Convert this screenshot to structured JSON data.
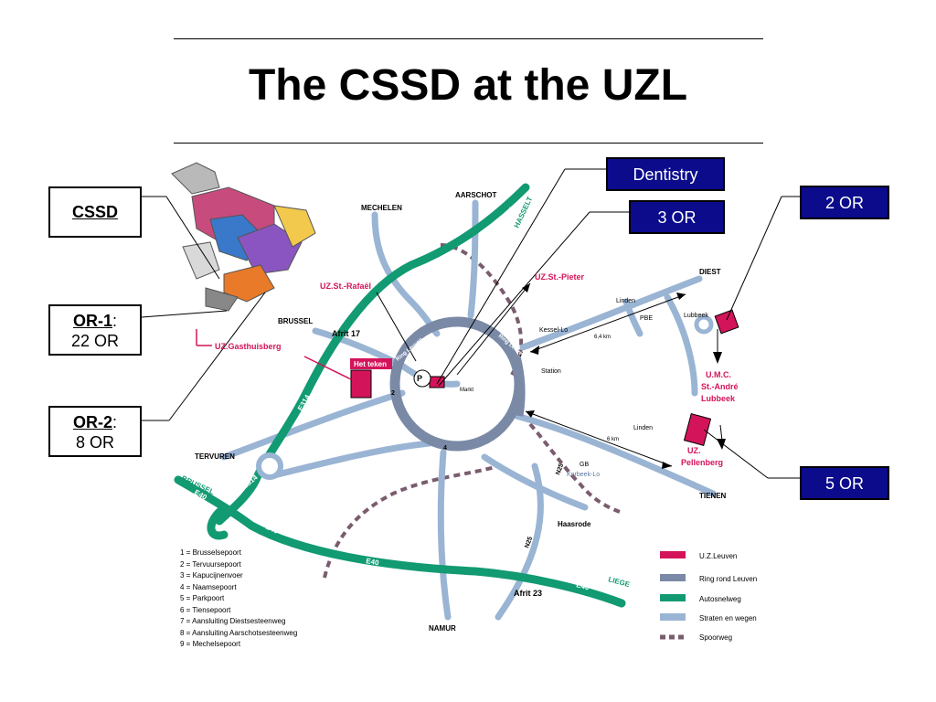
{
  "title": "The CSSD at the UZL",
  "callouts": {
    "cssd": "CSSD",
    "or1_label": "OR-1",
    "or1_colon": ":",
    "or1_count": "22 OR",
    "or2_label": "OR-2",
    "or2_colon": ":",
    "or2_count": "8 OR",
    "dentistry": "Dentistry",
    "three_or": "3 OR",
    "two_or": "2 OR",
    "five_or": "5 OR"
  },
  "colors": {
    "uz": "#d4145a",
    "ring": "#7a8aa6",
    "motorway": "#129a72",
    "streets": "#9ab4d4",
    "railway": "#7a5c6e",
    "navy": "#0b0b8c"
  },
  "map": {
    "directions": {
      "mechelen": "MECHELEN",
      "aarschot": "AARSCHOT",
      "brussel_north": "BRUSSEL",
      "tervuren_west": "TERVUREN",
      "namur": "NAMUR",
      "diest": "DIEST",
      "tienen": "TIENEN",
      "liege": "LIEGE",
      "brussel_sw": "BRUSSEL"
    },
    "roads": {
      "e314_north": "E314",
      "hasselt": "HASSELT",
      "e314_mid": "E314",
      "e314_west": "E314",
      "e314_sw": "E314",
      "e40_w": "E40",
      "e40_sw": "E40",
      "e40_s": "E40",
      "e40_e": "E40",
      "n25_a": "N25",
      "n25_b": "N25"
    },
    "places": {
      "afrit17": "Afrit 17",
      "afrit23": "Afrit 23",
      "linden_n": "Linden",
      "linden_s": "Linden",
      "kessel_lo": "Kessel-Lo",
      "pbe": "PBE",
      "km_a": "6,4 km",
      "km_b": "6 km",
      "lubbeek": "Lubbeek",
      "station": "Station",
      "markt": "Markt",
      "p": "P",
      "gb": "GB",
      "korbeek": "Korbeek-Lo",
      "haasrode": "Haasrode",
      "ring_west": "Ring Leuven",
      "ring_east": "Ring Leuven",
      "seven": "7",
      "two": "2",
      "four": "4"
    },
    "hospitals": {
      "rafael": "UZ.St.-Rafaël",
      "pieter": "UZ.St.-Pieter",
      "gasthuisberg": "UZ.Gasthuisberg",
      "het_teken": "Het teken",
      "umc1": "U.M.C.",
      "umc2": "St.-André",
      "umc3": "Lubbeek",
      "pellenberg1": "UZ.",
      "pellenberg2": "Pellenberg"
    },
    "numbered_list": [
      "1 = Brusselsepoort",
      "2 = Tervuursepoort",
      "3 = Kapucijnenvoer",
      "4 = Naamsepoort",
      "5 = Parkpoort",
      "6 = Tiensepoort",
      "7 = Aansluiting Diestsesteenweg",
      "8 = Aansluiting Aarschotsesteenweg",
      "9 = Mechelsepoort"
    ],
    "legend": [
      "U.Z.Leuven",
      "Ring rond Leuven",
      "Autosnelweg",
      "Straten en wegen",
      "Spoorweg"
    ]
  }
}
